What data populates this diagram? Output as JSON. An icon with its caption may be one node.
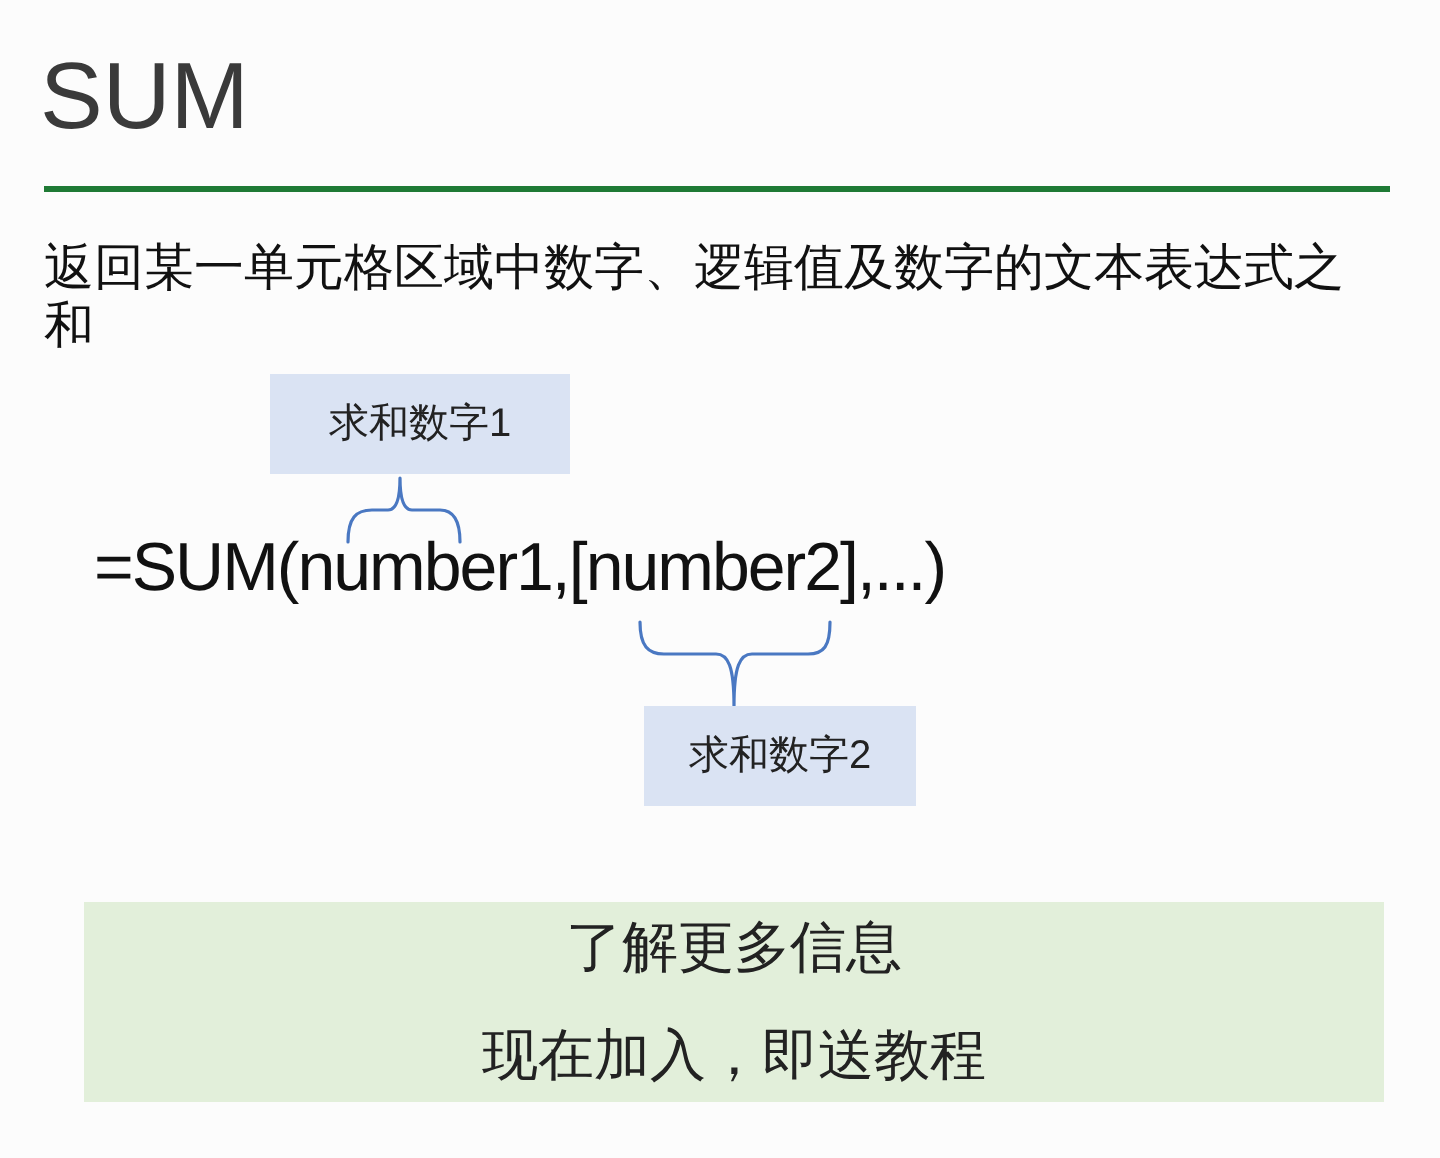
{
  "diagram": {
    "title": "SUM",
    "nodes": [
      {
        "text": [
          "求和数字1"
        ]
      },
      {
        "text": [
          "求和数字2"
        ]
      },
      {
        "text": [
          "了解更多信息",
          "现在加入，即送教程"
        ]
      }
    ],
    "labels": [
      "返回某一单元格区域中数字、逻辑值及数字的文本表达式之和",
      "=SUM(number1,[number2],...)"
    ]
  }
}
